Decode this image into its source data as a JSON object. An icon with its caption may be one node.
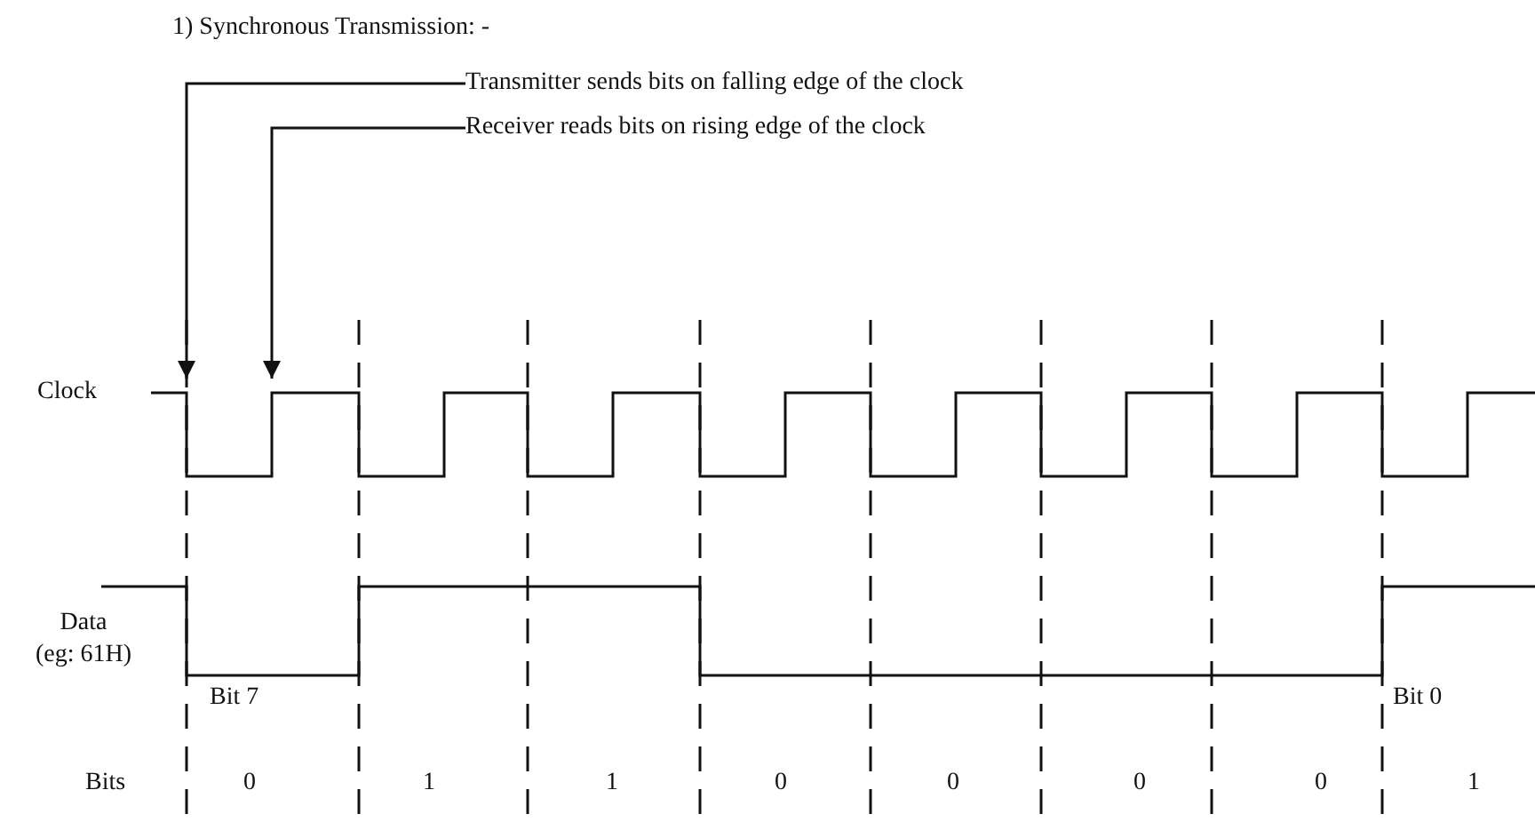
{
  "diagram": {
    "title": "1) Synchronous Transmission: -",
    "nodes": [
      {
        "text": [
          "Transmitter sends bits on falling edge of the clock"
        ]
      },
      {
        "text": [
          "Receiver reads bits on rising edge of the clock"
        ]
      },
      {
        "text": [],
        "shape": "waveform"
      }
    ],
    "edges": [
      {
        "from": 0,
        "to": 2,
        "arrow": "to"
      },
      {
        "from": 1,
        "to": 2,
        "arrow": "to"
      }
    ],
    "labels": [
      "Clock",
      "Data (eg: 61H)",
      "Bit 7",
      "Bit 0",
      "Bits",
      "0",
      "1",
      "1",
      "0",
      "0",
      "0",
      "0",
      "1"
    ]
  }
}
